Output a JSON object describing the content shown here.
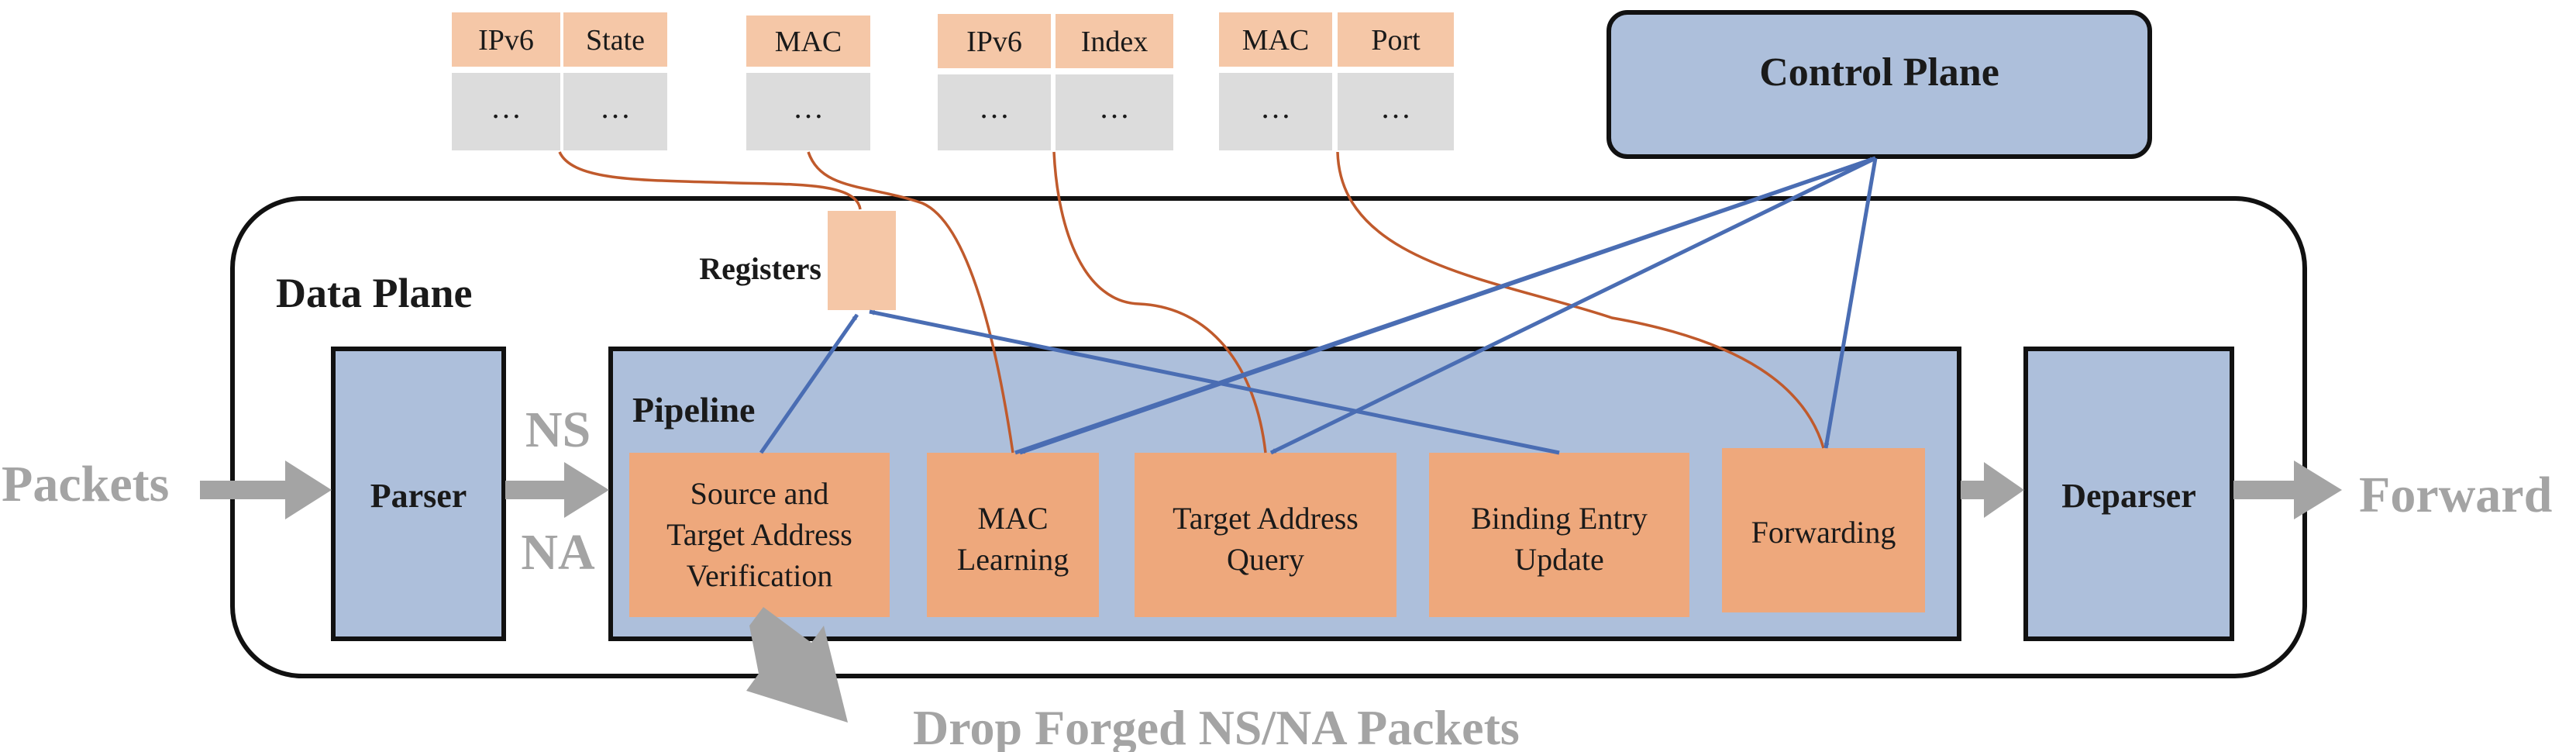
{
  "tables": [
    {
      "headers": [
        "IPv6",
        "State"
      ],
      "cells": [
        "…",
        "…"
      ]
    },
    {
      "headers": [
        "MAC"
      ],
      "cells": [
        "…"
      ]
    },
    {
      "headers": [
        "IPv6",
        "Index"
      ],
      "cells": [
        "…",
        "…"
      ]
    },
    {
      "headers": [
        "MAC",
        "Port"
      ],
      "cells": [
        "…",
        "…"
      ]
    }
  ],
  "control_plane": "Control Plane",
  "data_plane": "Data Plane",
  "registers": "Registers",
  "pipeline": "Pipeline",
  "parser": "Parser",
  "deparser": "Deparser",
  "inputs": {
    "packets": "Packets",
    "ns": "NS",
    "na": "NA"
  },
  "outputs": {
    "forward": "Forward",
    "drop": "Drop Forged NS/NA Packets"
  },
  "stages": [
    {
      "lines": [
        "Source and",
        "Target Address",
        "Verification"
      ]
    },
    {
      "lines": [
        "MAC",
        "Learning"
      ]
    },
    {
      "lines": [
        "Target Address",
        "Query"
      ]
    },
    {
      "lines": [
        "Binding Entry",
        "Update"
      ]
    },
    {
      "lines": [
        "Forwarding"
      ]
    }
  ],
  "colors": {
    "block_blue": "#adbfdb",
    "stage_orange": "#eea87c",
    "register_peach": "#f5c7a7",
    "table_header": "#f5c7a7",
    "table_cell": "#dcdcdc",
    "arrow_blue": "#4a6db3",
    "link_orange": "#c05a2c",
    "flow_gray": "#a4a4a4"
  }
}
